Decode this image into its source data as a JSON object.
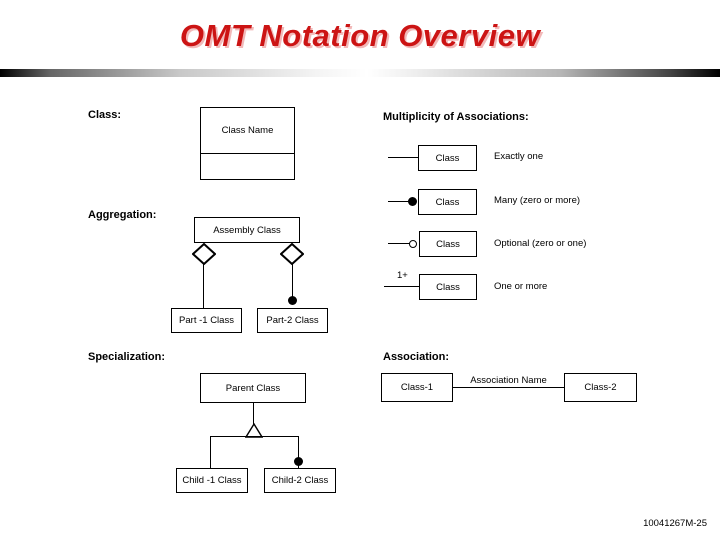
{
  "slide": {
    "title": "OMT Notation Overview",
    "footer": "10041267M-25"
  },
  "class_section": {
    "heading": "Class:",
    "class_name": "Class Name"
  },
  "multiplicity": {
    "heading": "Multiplicity of Associations:",
    "rows": [
      {
        "box": "Class",
        "label": "Exactly one"
      },
      {
        "box": "Class",
        "label": "Many (zero or more)"
      },
      {
        "box": "Class",
        "label": "Optional (zero or one)"
      },
      {
        "box": "Class",
        "label": "One or more",
        "annotation": "1+"
      }
    ]
  },
  "aggregation": {
    "heading": "Aggregation:",
    "assembly": "Assembly Class",
    "part1": "Part -1 Class",
    "part2": "Part-2 Class"
  },
  "specialization": {
    "heading": "Specialization:",
    "parent": "Parent Class",
    "child1": "Child -1 Class",
    "child2": "Child-2 Class"
  },
  "association": {
    "heading": "Association:",
    "class1": "Class-1",
    "name": "Association Name",
    "class2": "Class-2"
  },
  "colors": {
    "title_red": "#cc1414",
    "title_shadow_pink": "#f2b9b9",
    "line_black": "#000000"
  }
}
